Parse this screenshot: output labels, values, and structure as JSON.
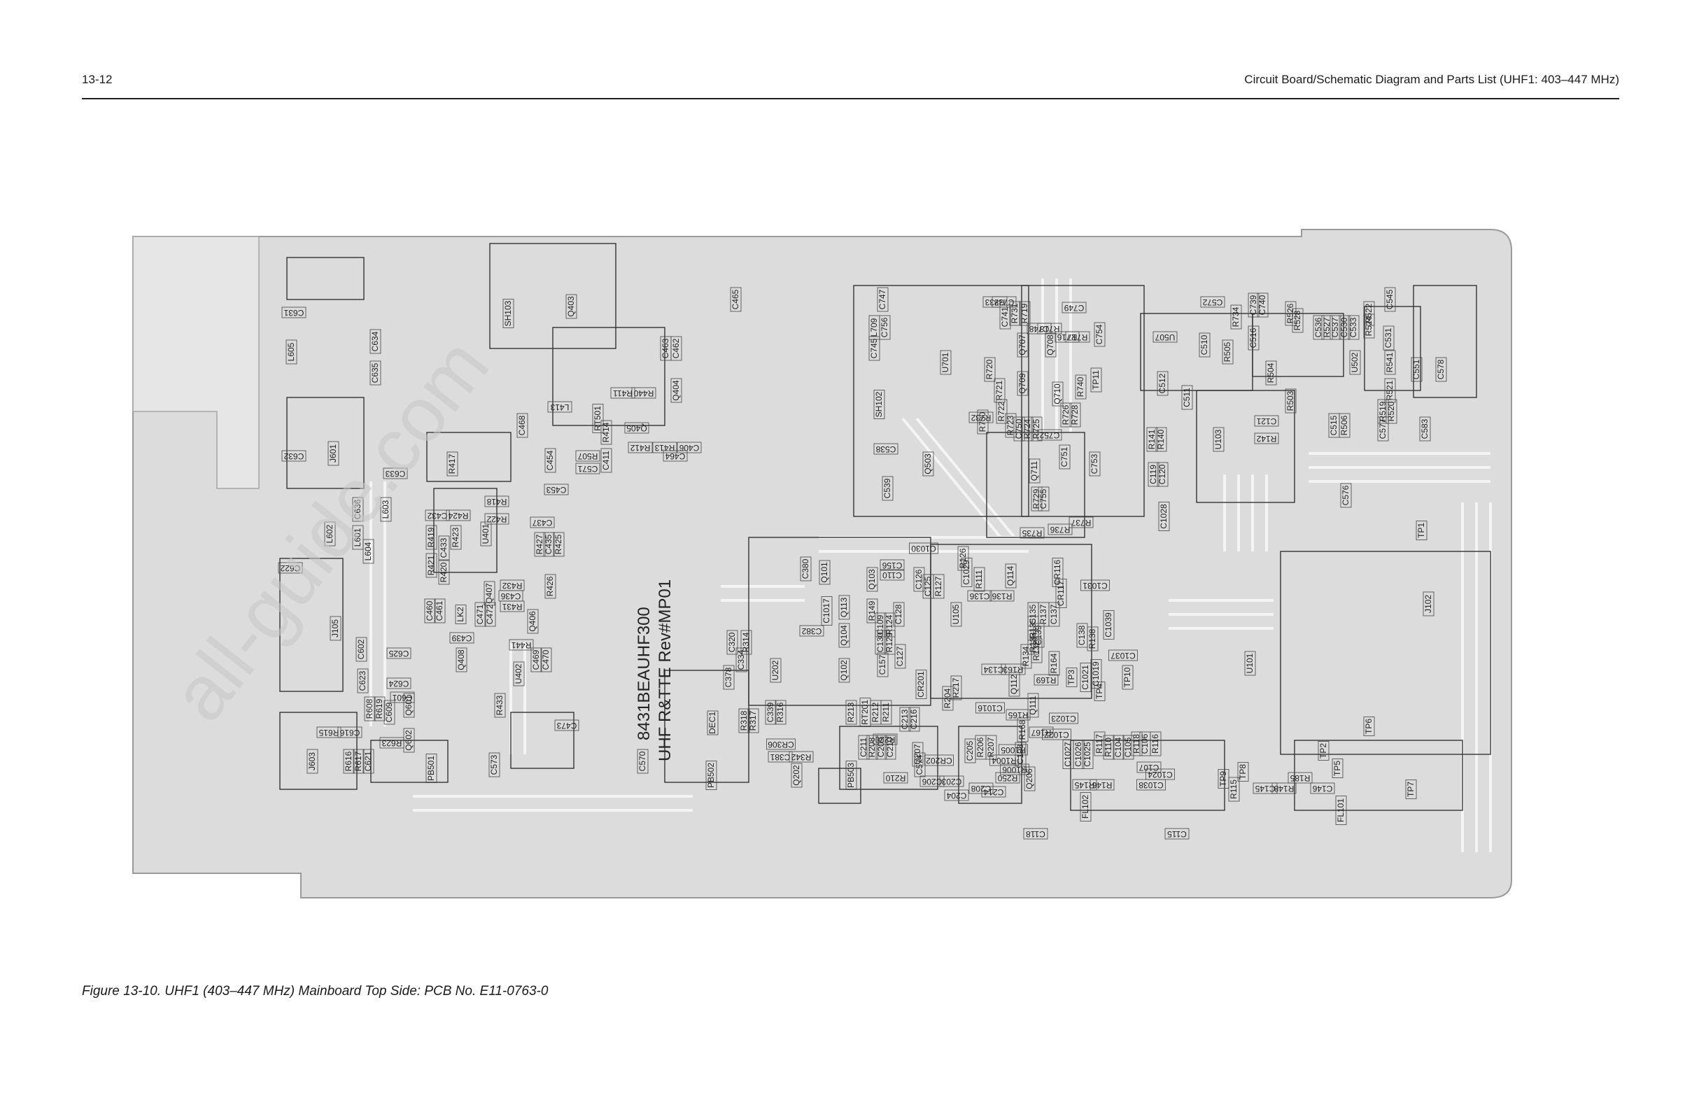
{
  "header": {
    "page_number": "13-12",
    "title": "Circuit Board/Schematic Diagram and Parts List (UHF1: 403–447 MHz)"
  },
  "board": {
    "silkscreen_lines": [
      "8431BEAUHF300",
      "UHF R&TTE Rev#MP01"
    ],
    "watermark": "all-guide.com",
    "components": [
      {
        "ref": "SH103",
        "rot": 90
      },
      {
        "ref": "Q403",
        "rot": 90
      },
      {
        "ref": "C465",
        "rot": 90
      },
      {
        "ref": "C631",
        "rot": 180
      },
      {
        "ref": "L605",
        "rot": 90
      },
      {
        "ref": "C634",
        "rot": 90
      },
      {
        "ref": "C635",
        "rot": 90
      },
      {
        "ref": "C463",
        "rot": 90
      },
      {
        "ref": "C462",
        "rot": 90
      },
      {
        "ref": "Q404",
        "rot": 90
      },
      {
        "ref": "R411",
        "rot": 180
      },
      {
        "ref": "R440",
        "rot": 180
      },
      {
        "ref": "RT501",
        "rot": 90
      },
      {
        "ref": "L413",
        "rot": 180
      },
      {
        "ref": "C468",
        "rot": 90
      },
      {
        "ref": "R414",
        "rot": 90
      },
      {
        "ref": "Q405",
        "rot": 180
      },
      {
        "ref": "R413",
        "rot": 180
      },
      {
        "ref": "R412",
        "rot": 180
      },
      {
        "ref": "C406",
        "rot": 180
      },
      {
        "ref": "C464",
        "rot": 180
      },
      {
        "ref": "J601",
        "rot": 90
      },
      {
        "ref": "C632",
        "rot": 180
      },
      {
        "ref": "R417",
        "rot": 90
      },
      {
        "ref": "C454",
        "rot": 90
      },
      {
        "ref": "R507",
        "rot": 180
      },
      {
        "ref": "C571",
        "rot": 180
      },
      {
        "ref": "C411",
        "rot": 90
      },
      {
        "ref": "C453",
        "rot": 180
      },
      {
        "ref": "C633",
        "rot": 180
      },
      {
        "ref": "R418",
        "rot": 180
      },
      {
        "ref": "C636",
        "rot": 90
      },
      {
        "ref": "L603",
        "rot": 90
      },
      {
        "ref": "C432",
        "rot": 180
      },
      {
        "ref": "R424",
        "rot": 180
      },
      {
        "ref": "R422",
        "rot": 180
      },
      {
        "ref": "C437",
        "rot": 180
      },
      {
        "ref": "L602",
        "rot": 90
      },
      {
        "ref": "L601",
        "rot": 90
      },
      {
        "ref": "L604",
        "rot": 90
      },
      {
        "ref": "R419",
        "rot": 90
      },
      {
        "ref": "R423",
        "rot": 90
      },
      {
        "ref": "C433",
        "rot": 90
      },
      {
        "ref": "U401",
        "rot": 90
      },
      {
        "ref": "R427",
        "rot": 90
      },
      {
        "ref": "C435",
        "rot": 90
      },
      {
        "ref": "R425",
        "rot": 90
      },
      {
        "ref": "C622",
        "rot": 180
      },
      {
        "ref": "R421",
        "rot": 90
      },
      {
        "ref": "R420",
        "rot": 90
      },
      {
        "ref": "R432",
        "rot": 180
      },
      {
        "ref": "C436",
        "rot": 180
      },
      {
        "ref": "Q407",
        "rot": 90
      },
      {
        "ref": "R431",
        "rot": 180
      },
      {
        "ref": "R426",
        "rot": 90
      },
      {
        "ref": "C460",
        "rot": 90
      },
      {
        "ref": "C461",
        "rot": 90
      },
      {
        "ref": "LK2",
        "rot": 90
      },
      {
        "ref": "C471",
        "rot": 90
      },
      {
        "ref": "C472",
        "rot": 90
      },
      {
        "ref": "Q406",
        "rot": 90
      },
      {
        "ref": "J105",
        "rot": 90
      },
      {
        "ref": "C439",
        "rot": 180
      },
      {
        "ref": "R441",
        "rot": 180
      },
      {
        "ref": "C625",
        "rot": 180
      },
      {
        "ref": "C602",
        "rot": 90
      },
      {
        "ref": "Q408",
        "rot": 90
      },
      {
        "ref": "C469",
        "rot": 90
      },
      {
        "ref": "C470",
        "rot": 90
      },
      {
        "ref": "U402",
        "rot": 90
      },
      {
        "ref": "C624",
        "rot": 180
      },
      {
        "ref": "C623",
        "rot": 90
      },
      {
        "ref": "C601",
        "rot": 180
      },
      {
        "ref": "R608",
        "rot": 90
      },
      {
        "ref": "R619",
        "rot": 90
      },
      {
        "ref": "C609",
        "rot": 90
      },
      {
        "ref": "Q601",
        "rot": 90
      },
      {
        "ref": "R433",
        "rot": 90
      },
      {
        "ref": "R615",
        "rot": 180
      },
      {
        "ref": "C616",
        "rot": 180
      },
      {
        "ref": "R623",
        "rot": 180
      },
      {
        "ref": "Q602",
        "rot": 90
      },
      {
        "ref": "C473",
        "rot": 180
      },
      {
        "ref": "J603",
        "rot": 90
      },
      {
        "ref": "R616",
        "rot": 90
      },
      {
        "ref": "R617",
        "rot": 90
      },
      {
        "ref": "C621",
        "rot": 90
      },
      {
        "ref": "PB501",
        "rot": 90
      },
      {
        "ref": "C573",
        "rot": 90
      },
      {
        "ref": "C570",
        "rot": 90
      },
      {
        "ref": "PB502",
        "rot": 90
      },
      {
        "ref": "PB503",
        "rot": 90
      },
      {
        "ref": "C574",
        "rot": 90
      },
      {
        "ref": "DEC1",
        "rot": 90
      },
      {
        "ref": "C320",
        "rot": 90
      },
      {
        "ref": "R314",
        "rot": 90
      },
      {
        "ref": "C334",
        "rot": 90
      },
      {
        "ref": "C378",
        "rot": 90
      },
      {
        "ref": "U202",
        "rot": 90
      },
      {
        "ref": "R318",
        "rot": 90
      },
      {
        "ref": "R317",
        "rot": 90
      },
      {
        "ref": "C339",
        "rot": 90
      },
      {
        "ref": "R316",
        "rot": 90
      },
      {
        "ref": "CR306",
        "rot": 180
      },
      {
        "ref": "C381",
        "rot": 180
      },
      {
        "ref": "R342",
        "rot": 180
      },
      {
        "ref": "Q202",
        "rot": 90
      },
      {
        "ref": "C380",
        "rot": 90
      },
      {
        "ref": "Q101",
        "rot": 90
      },
      {
        "ref": "C1017",
        "rot": 90
      },
      {
        "ref": "C382",
        "rot": 180
      },
      {
        "ref": "Q113",
        "rot": 90
      },
      {
        "ref": "Q104",
        "rot": 90
      },
      {
        "ref": "Q102",
        "rot": 90
      },
      {
        "ref": "Q103",
        "rot": 90
      },
      {
        "ref": "R149",
        "rot": 90
      },
      {
        "ref": "C109",
        "rot": 90
      },
      {
        "ref": "R124",
        "rot": 90
      },
      {
        "ref": "C130",
        "rot": 90
      },
      {
        "ref": "R129",
        "rot": 90
      },
      {
        "ref": "C128",
        "rot": 90
      },
      {
        "ref": "C127",
        "rot": 90
      },
      {
        "ref": "C157",
        "rot": 90
      },
      {
        "ref": "C135",
        "rot": 90
      },
      {
        "ref": "R126",
        "rot": 90
      },
      {
        "ref": "C156",
        "rot": 180
      },
      {
        "ref": "C110",
        "rot": 180
      },
      {
        "ref": "C1030",
        "rot": 180
      },
      {
        "ref": "C126",
        "rot": 90
      },
      {
        "ref": "C125",
        "rot": 90
      },
      {
        "ref": "R127",
        "rot": 90
      },
      {
        "ref": "C1029",
        "rot": 90
      },
      {
        "ref": "R111",
        "rot": 90
      },
      {
        "ref": "U105",
        "rot": 90
      },
      {
        "ref": "Q114",
        "rot": 90
      },
      {
        "ref": "R136",
        "rot": 180
      },
      {
        "ref": "C136",
        "rot": 180
      },
      {
        "ref": "CR116",
        "rot": 90
      },
      {
        "ref": "CR117",
        "rot": 90
      },
      {
        "ref": "C1031",
        "rot": 180
      },
      {
        "ref": "R137",
        "rot": 90
      },
      {
        "ref": "C137",
        "rot": 90
      },
      {
        "ref": "R135",
        "rot": 90
      },
      {
        "ref": "C139",
        "rot": 90
      },
      {
        "ref": "R133",
        "rot": 90
      },
      {
        "ref": "R132",
        "rot": 90
      },
      {
        "ref": "R134",
        "rot": 90
      },
      {
        "ref": "C138",
        "rot": 90
      },
      {
        "ref": "R138",
        "rot": 90
      },
      {
        "ref": "C1039",
        "rot": 90
      },
      {
        "ref": "C1037",
        "rot": 180
      },
      {
        "ref": "C134",
        "rot": 180
      },
      {
        "ref": "R163",
        "rot": 180
      },
      {
        "ref": "Q112",
        "rot": 90
      },
      {
        "ref": "R164",
        "rot": 90
      },
      {
        "ref": "R169",
        "rot": 180
      },
      {
        "ref": "TP3",
        "rot": 90
      },
      {
        "ref": "C1021",
        "rot": 90
      },
      {
        "ref": "C1019",
        "rot": 90
      },
      {
        "ref": "TP4",
        "rot": 90
      },
      {
        "ref": "TP10",
        "rot": 90
      },
      {
        "ref": "CR201",
        "rot": 90
      },
      {
        "ref": "R217",
        "rot": 90
      },
      {
        "ref": "R204",
        "rot": 90
      },
      {
        "ref": "C1016",
        "rot": 180
      },
      {
        "ref": "R165",
        "rot": 180
      },
      {
        "ref": "Q111",
        "rot": 90
      },
      {
        "ref": "C1023",
        "rot": 180
      },
      {
        "ref": "R168",
        "rot": 90
      },
      {
        "ref": "R167",
        "rot": 180
      },
      {
        "ref": "C1022",
        "rot": 180
      },
      {
        "ref": "R213",
        "rot": 90
      },
      {
        "ref": "RT201",
        "rot": 90
      },
      {
        "ref": "R212",
        "rot": 90
      },
      {
        "ref": "R211",
        "rot": 90
      },
      {
        "ref": "C213",
        "rot": 90
      },
      {
        "ref": "C216",
        "rot": 90
      },
      {
        "ref": "R220",
        "rot": 180
      },
      {
        "ref": "C211",
        "rot": 90
      },
      {
        "ref": "R208",
        "rot": 90
      },
      {
        "ref": "C209",
        "rot": 90
      },
      {
        "ref": "C210",
        "rot": 90
      },
      {
        "ref": "R210",
        "rot": 180
      },
      {
        "ref": "Q207",
        "rot": 90
      },
      {
        "ref": "CR202",
        "rot": 180
      },
      {
        "ref": "C206",
        "rot": 180
      },
      {
        "ref": "C203",
        "rot": 180
      },
      {
        "ref": "C204",
        "rot": 180
      },
      {
        "ref": "C205",
        "rot": 90
      },
      {
        "ref": "R206",
        "rot": 90
      },
      {
        "ref": "R207",
        "rot": 90
      },
      {
        "ref": "C208",
        "rot": 180
      },
      {
        "ref": "C214",
        "rot": 180
      },
      {
        "ref": "R250",
        "rot": 180
      },
      {
        "ref": "R1004",
        "rot": 180
      },
      {
        "ref": "R1005",
        "rot": 180
      },
      {
        "ref": "R1006",
        "rot": 180
      },
      {
        "ref": "C108",
        "rot": 90
      },
      {
        "ref": "Q206",
        "rot": 90
      },
      {
        "ref": "C1027",
        "rot": 90
      },
      {
        "ref": "C1026",
        "rot": 90
      },
      {
        "ref": "C1025",
        "rot": 90
      },
      {
        "ref": "R117",
        "rot": 90
      },
      {
        "ref": "R110",
        "rot": 90
      },
      {
        "ref": "C104",
        "rot": 90
      },
      {
        "ref": "C105",
        "rot": 90
      },
      {
        "ref": "R118",
        "rot": 90
      },
      {
        "ref": "C106",
        "rot": 90
      },
      {
        "ref": "R116",
        "rot": 90
      },
      {
        "ref": "C107",
        "rot": 180
      },
      {
        "ref": "C1024",
        "rot": 180
      },
      {
        "ref": "C1038",
        "rot": 180
      },
      {
        "ref": "R146",
        "rot": 180
      },
      {
        "ref": "R145",
        "rot": 180
      },
      {
        "ref": "FL102",
        "rot": 90
      },
      {
        "ref": "C118",
        "rot": 180
      },
      {
        "ref": "C115",
        "rot": 180
      },
      {
        "ref": "TP9",
        "rot": 90
      },
      {
        "ref": "R115",
        "rot": 90
      },
      {
        "ref": "TP8",
        "rot": 90
      },
      {
        "ref": "C145",
        "rot": 180
      },
      {
        "ref": "R148",
        "rot": 180
      },
      {
        "ref": "R185",
        "rot": 180
      },
      {
        "ref": "C146",
        "rot": 180
      },
      {
        "ref": "FL101",
        "rot": 90
      },
      {
        "ref": "TP2",
        "rot": 90
      },
      {
        "ref": "TP5",
        "rot": 90
      },
      {
        "ref": "TP6",
        "rot": 90
      },
      {
        "ref": "TP7",
        "rot": 90
      },
      {
        "ref": "U101",
        "rot": 90
      },
      {
        "ref": "J102",
        "rot": 90
      },
      {
        "ref": "TP1",
        "rot": 90
      },
      {
        "ref": "C576",
        "rot": 90
      },
      {
        "ref": "C1028",
        "rot": 90
      },
      {
        "ref": "C119",
        "rot": 90
      },
      {
        "ref": "C120",
        "rot": 90
      },
      {
        "ref": "R141",
        "rot": 90
      },
      {
        "ref": "R140",
        "rot": 90
      },
      {
        "ref": "U103",
        "rot": 90
      },
      {
        "ref": "R142",
        "rot": 180
      },
      {
        "ref": "C121",
        "rot": 180
      },
      {
        "ref": "C511",
        "rot": 90
      },
      {
        "ref": "C512",
        "rot": 90
      },
      {
        "ref": "U507",
        "rot": 180
      },
      {
        "ref": "C510",
        "rot": 90
      },
      {
        "ref": "R505",
        "rot": 90
      },
      {
        "ref": "C516",
        "rot": 90
      },
      {
        "ref": "R504",
        "rot": 90
      },
      {
        "ref": "R503",
        "rot": 90
      },
      {
        "ref": "C572",
        "rot": 180
      },
      {
        "ref": "R734",
        "rot": 90
      },
      {
        "ref": "C739",
        "rot": 90
      },
      {
        "ref": "C740",
        "rot": 90
      },
      {
        "ref": "R526",
        "rot": 90
      },
      {
        "ref": "R528",
        "rot": 90
      },
      {
        "ref": "C536",
        "rot": 90
      },
      {
        "ref": "R527",
        "rot": 90
      },
      {
        "ref": "C537",
        "rot": 90
      },
      {
        "ref": "C530",
        "rot": 90
      },
      {
        "ref": "C533",
        "rot": 90
      },
      {
        "ref": "R522",
        "rot": 90
      },
      {
        "ref": "R524",
        "rot": 90
      },
      {
        "ref": "U502",
        "rot": 90
      },
      {
        "ref": "C545",
        "rot": 90
      },
      {
        "ref": "C531",
        "rot": 90
      },
      {
        "ref": "R541",
        "rot": 90
      },
      {
        "ref": "R521",
        "rot": 90
      },
      {
        "ref": "C551",
        "rot": 90
      },
      {
        "ref": "C578",
        "rot": 90
      },
      {
        "ref": "R519",
        "rot": 90
      },
      {
        "ref": "R520",
        "rot": 90
      },
      {
        "ref": "C577",
        "rot": 90
      },
      {
        "ref": "C583",
        "rot": 90
      },
      {
        "ref": "C515",
        "rot": 90
      },
      {
        "ref": "R506",
        "rot": 90
      },
      {
        "ref": "C747",
        "rot": 90
      },
      {
        "ref": "L709",
        "rot": 90
      },
      {
        "ref": "C756",
        "rot": 90
      },
      {
        "ref": "C745",
        "rot": 90
      },
      {
        "ref": "U701",
        "rot": 90
      },
      {
        "ref": "SH102",
        "rot": 90
      },
      {
        "ref": "R733",
        "rot": 180
      },
      {
        "ref": "C738",
        "rot": 180
      },
      {
        "ref": "C741",
        "rot": 90
      },
      {
        "ref": "R731",
        "rot": 90
      },
      {
        "ref": "R719",
        "rot": 90
      },
      {
        "ref": "C748",
        "rot": 180
      },
      {
        "ref": "R718",
        "rot": 180
      },
      {
        "ref": "C749",
        "rot": 180
      },
      {
        "ref": "R716",
        "rot": 180
      },
      {
        "ref": "R717",
        "rot": 180
      },
      {
        "ref": "C754",
        "rot": 90
      },
      {
        "ref": "Q707",
        "rot": 90
      },
      {
        "ref": "Q708",
        "rot": 90
      },
      {
        "ref": "TP11",
        "rot": 90
      },
      {
        "ref": "R720",
        "rot": 90
      },
      {
        "ref": "R721",
        "rot": 90
      },
      {
        "ref": "Q709",
        "rot": 90
      },
      {
        "ref": "Q710",
        "rot": 90
      },
      {
        "ref": "R740",
        "rot": 90
      },
      {
        "ref": "R732",
        "rot": 180
      },
      {
        "ref": "R730",
        "rot": 90
      },
      {
        "ref": "R722",
        "rot": 90
      },
      {
        "ref": "R723",
        "rot": 90
      },
      {
        "ref": "C750",
        "rot": 90
      },
      {
        "ref": "R724",
        "rot": 90
      },
      {
        "ref": "R725",
        "rot": 90
      },
      {
        "ref": "C752",
        "rot": 180
      },
      {
        "ref": "R726",
        "rot": 90
      },
      {
        "ref": "R728",
        "rot": 90
      },
      {
        "ref": "C751",
        "rot": 90
      },
      {
        "ref": "C753",
        "rot": 90
      },
      {
        "ref": "C538",
        "rot": 180
      },
      {
        "ref": "Q503",
        "rot": 90
      },
      {
        "ref": "C539",
        "rot": 90
      },
      {
        "ref": "Q711",
        "rot": 90
      },
      {
        "ref": "R729",
        "rot": 90
      },
      {
        "ref": "C755",
        "rot": 90
      },
      {
        "ref": "R737",
        "rot": 180
      },
      {
        "ref": "R736",
        "rot": 180
      },
      {
        "ref": "R735",
        "rot": 180
      }
    ]
  },
  "caption": "Figure 13-10. UHF1 (403–447 MHz) Mainboard Top Side: PCB No. E11-0763-0"
}
